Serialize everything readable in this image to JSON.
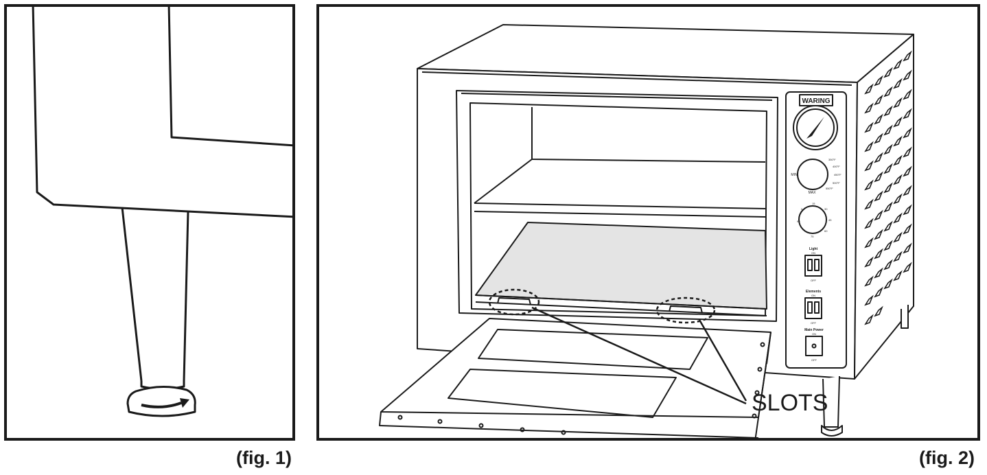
{
  "figure1": {
    "caption": "(fig. 1)"
  },
  "figure2": {
    "caption": "(fig. 2)",
    "callout_label": "SLOTS",
    "oven": {
      "brand": "WARING",
      "dial_temp_labels": [
        "350°F",
        "400°F",
        "450°F",
        "500°F",
        "550°F"
      ],
      "dial_temp_min": "MIN",
      "dial_temp_max": "MAX",
      "dial_timer_labels": [
        "0",
        "15",
        "30",
        "45",
        "60",
        "75",
        "90"
      ],
      "light_switch": {
        "label": "Light",
        "on": "ON",
        "off": "OFF"
      },
      "elements_switch": {
        "label": "Elements",
        "on": "ON",
        "off": "OFF"
      },
      "main_power": {
        "label": "Main Power",
        "on": "ON",
        "off": "OFF"
      }
    }
  }
}
